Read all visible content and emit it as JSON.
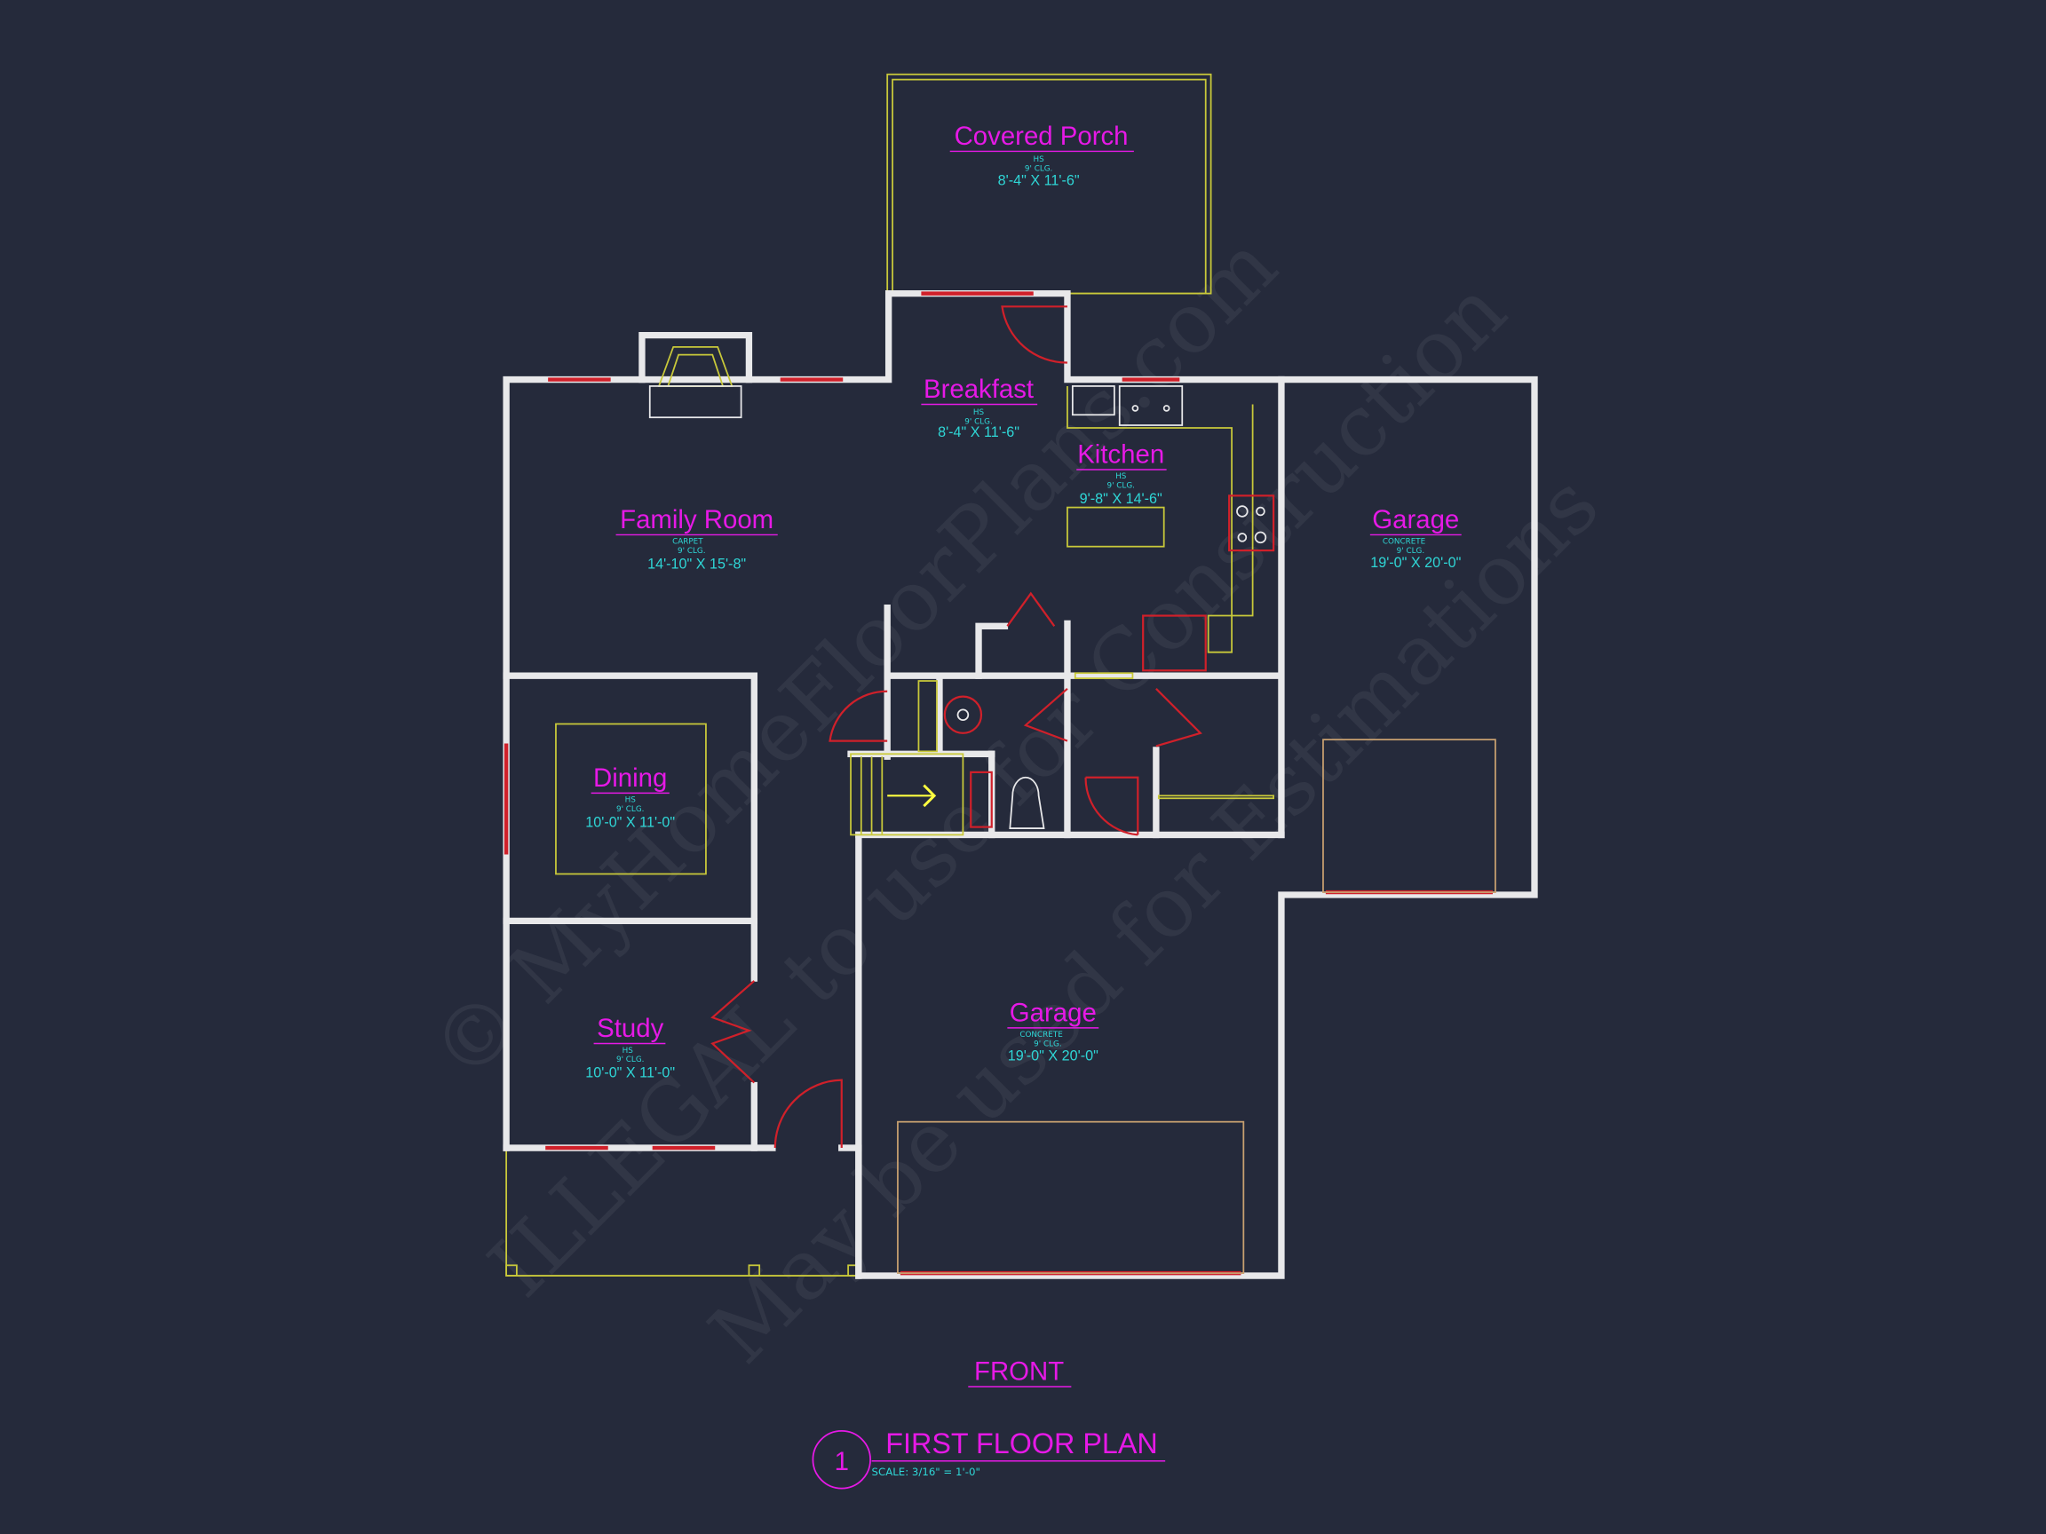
{
  "drawing": {
    "rooms": [
      {
        "name": "Covered Porch",
        "finish": "HS",
        "ceiling": "9' CLG.",
        "size": "8'-4\" X 11'-6\""
      },
      {
        "name": "Breakfast",
        "finish": "HS",
        "ceiling": "9' CLG.",
        "size": "8'-4\" X 11'-6\""
      },
      {
        "name": "Kitchen",
        "finish": "HS",
        "ceiling": "9' CLG.",
        "size": "9'-8\" X 14'-6\""
      },
      {
        "name": "Family Room",
        "finish": "CARPET",
        "ceiling": "9' CLG.",
        "size": "14'-10\" X 15'-8\""
      },
      {
        "name": "Garage",
        "finish": "CONCRETE",
        "ceiling": "9' CLG.",
        "size": "19'-0\" X 20'-0\""
      },
      {
        "name": "Dining",
        "finish": "HS",
        "ceiling": "9' CLG.",
        "size": "10'-0\" X 11'-0\""
      },
      {
        "name": "Study",
        "finish": "HS",
        "ceiling": "9' CLG.",
        "size": "10'-0\" X 11'-0\""
      },
      {
        "name": "Garage",
        "finish": "CONCRETE",
        "ceiling": "9' CLG.",
        "size": "19'-0\" X 20'-0\""
      }
    ],
    "front_label": "FRONT",
    "title_number": "1",
    "title": "FIRST FLOOR PLAN",
    "scale": "SCALE: 3/16\" = 1'-0\""
  },
  "watermark": {
    "line1": "© MyHomeFloorPlans.com",
    "line2": "ILLEGAL to use for Construction",
    "line3": "May be used for Estimations"
  },
  "colors": {
    "background": "#252a3b",
    "room_label": "#e619e6",
    "dimension": "#2fd6d6",
    "wall": "#e8e8ea",
    "window": "#d0202a",
    "fixture": "#c9c93a"
  }
}
